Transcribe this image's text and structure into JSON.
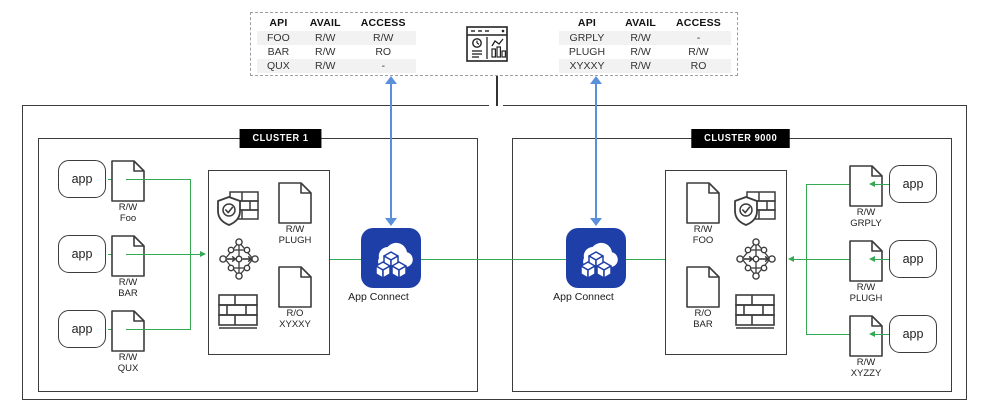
{
  "tables": {
    "columns": [
      "API",
      "AVAIL",
      "ACCESS"
    ],
    "left": {
      "rows": [
        {
          "api": "FOO",
          "avail": "R/W",
          "access": "R/W"
        },
        {
          "api": "BAR",
          "avail": "R/W",
          "access": "RO"
        },
        {
          "api": "QUX",
          "avail": "R/W",
          "access": "-"
        }
      ]
    },
    "right": {
      "rows": [
        {
          "api": "GRPLY",
          "avail": "R/W",
          "access": "-"
        },
        {
          "api": "PLUGH",
          "avail": "R/W",
          "access": "R/W"
        },
        {
          "api": "XYXXY",
          "avail": "R/W",
          "access": "RO"
        }
      ]
    },
    "center_icon": "dashboard-icon"
  },
  "clusters": {
    "left": {
      "badge": "CLUSTER 1",
      "apps": [
        "app",
        "app",
        "app"
      ],
      "docs": [
        {
          "access": "R/W",
          "name": "Foo"
        },
        {
          "access": "R/W",
          "name": "BAR"
        },
        {
          "access": "R/W",
          "name": "QUX"
        }
      ],
      "inner": {
        "icons": [
          "firewall-shield-check-icon",
          "mesh-network-icon",
          "firewall-brick-icon"
        ],
        "docs": [
          {
            "access": "R/W",
            "name": "PLUGH"
          },
          {
            "access": "R/O",
            "name": "XYXXY"
          }
        ]
      },
      "app_connect": {
        "label": "App Connect",
        "icon": "cloud-cubes-icon",
        "color": "#1f3fa8"
      }
    },
    "right": {
      "badge": "CLUSTER 9000",
      "apps": [
        "app",
        "app",
        "app"
      ],
      "docs": [
        {
          "access": "R/W",
          "name": "GRPLY"
        },
        {
          "access": "R/W",
          "name": "PLUGH"
        },
        {
          "access": "R/W",
          "name": "XYZZY"
        }
      ],
      "inner": {
        "icons": [
          "firewall-shield-check-icon",
          "mesh-network-icon",
          "firewall-brick-icon"
        ],
        "docs": [
          {
            "access": "R/W",
            "name": "FOO"
          },
          {
            "access": "R/O",
            "name": "BAR"
          }
        ]
      },
      "app_connect": {
        "label": "App Connect",
        "icon": "cloud-cubes-icon",
        "color": "#1f3fa8"
      }
    }
  },
  "colors": {
    "flow_green": "#34a853",
    "arrow_blue": "#5a8fdb",
    "app_connect_blue": "#1f3fa8",
    "frame": "#3c3c3c",
    "badge_bg": "#000000"
  }
}
